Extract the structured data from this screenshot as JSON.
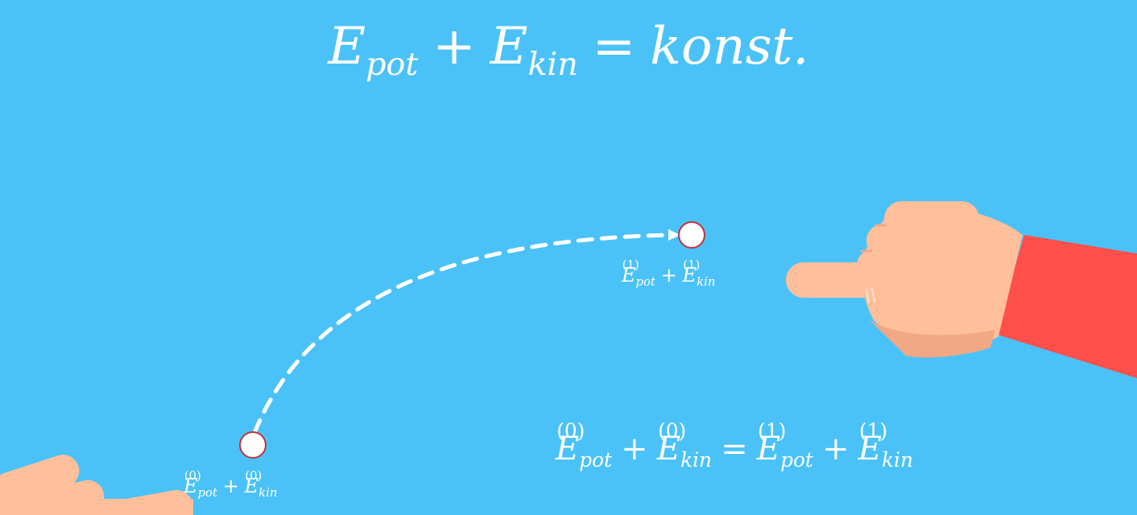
{
  "title_equation": {
    "e": "E",
    "pot": "pot",
    "plus": "+",
    "kin": "kin",
    "equals": "=",
    "rhs": "konst."
  },
  "energy_equation": {
    "e": "E",
    "state0": "(0)",
    "state1": "(1)",
    "pot": "pot",
    "kin": "kin",
    "plus": "+",
    "equals": "="
  },
  "point_labels": {
    "start": {
      "e": "E",
      "state": "(0)",
      "pot": "pot",
      "kin": "kin",
      "plus": "+"
    },
    "end": {
      "e": "E",
      "state": "(1)",
      "pot": "pot",
      "kin": "kin",
      "plus": "+"
    }
  },
  "colors": {
    "background": "#4bc2f7",
    "text": "#ffffff",
    "skin": "#ffbf9b",
    "skin_shadow": "#f2a884",
    "sleeve": "#ff4f4b",
    "point_outline": "#c0333a"
  },
  "icons": {
    "right_hand": "pointing-hand-icon",
    "left_hand": "hand-icon",
    "trajectory_arrow": "dashed-arrow-icon"
  }
}
